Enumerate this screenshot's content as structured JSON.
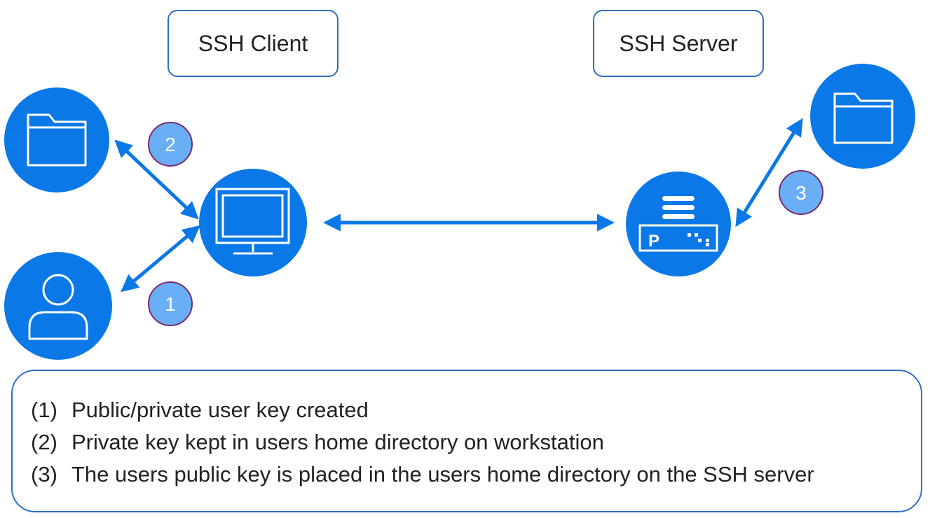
{
  "labels": {
    "client": "SSH Client",
    "server": "SSH Server"
  },
  "nodes": {
    "client_folder": "folder-icon",
    "client_user": "user-icon",
    "workstation": "monitor-icon",
    "server": "server-icon",
    "server_folder": "folder-icon"
  },
  "steps": [
    "2",
    "1",
    "3"
  ],
  "legend": [
    {
      "num": "(1)",
      "text": "Public/private user key created"
    },
    {
      "num": "(2)",
      "text": "Private key kept in users home directory on workstation"
    },
    {
      "num": "(3)",
      "text": "The users public key is placed in the users home directory on the SSH server"
    }
  ],
  "colors": {
    "node_blue": "#0a78e6",
    "badge_fill": "#6aaef5",
    "badge_border": "#7a2a6a",
    "border": "#2e6fc0"
  }
}
